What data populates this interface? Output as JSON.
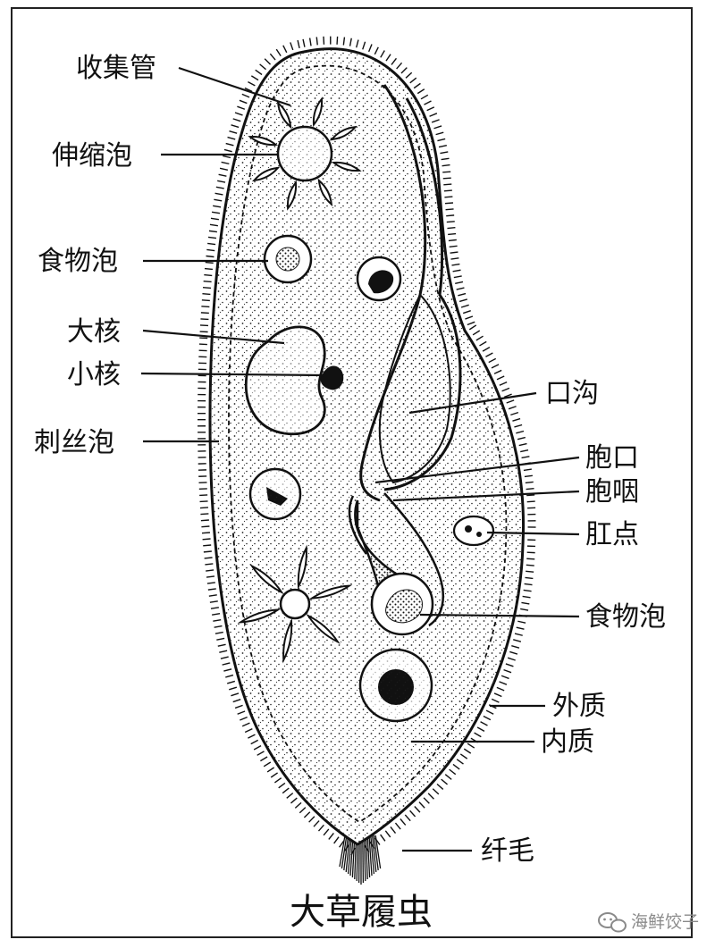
{
  "diagram": {
    "title": "大草履虫",
    "labels": {
      "collecting_canal": "收集管",
      "contractile_vacuole": "伸缩泡",
      "food_vacuole_left": "食物泡",
      "macronucleus": "大核",
      "micronucleus": "小核",
      "trichocyst": "刺丝泡",
      "oral_groove": "口沟",
      "cytostome": "胞口",
      "cytopharynx": "胞咽",
      "cytoproct": "肛点",
      "food_vacuole_right": "食物泡",
      "ectoplasm": "外质",
      "endoplasm": "内质",
      "cilia": "纤毛"
    },
    "colors": {
      "ink": "#111111",
      "background": "#ffffff",
      "watermark": "#8a8a8a"
    }
  },
  "watermark": {
    "text": "海鲜饺子",
    "icon": "wechat-icon"
  }
}
